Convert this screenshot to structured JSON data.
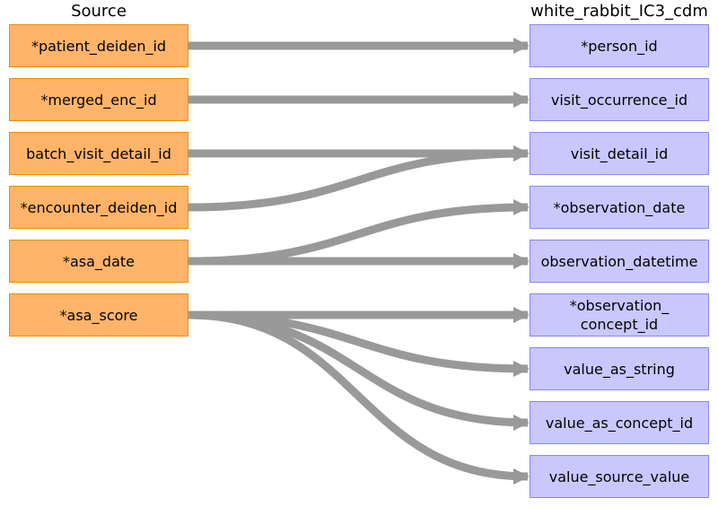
{
  "source_header": "Source",
  "target_header": "white_rabbit_IC3_cdm",
  "colors": {
    "source_fill": "#ffb46a",
    "source_border": "#f08c00",
    "target_fill": "#c8c8ff",
    "target_border": "#8888ee",
    "arrow": "#999999"
  },
  "source_fields": [
    "*patient_deiden_id",
    "*merged_enc_id",
    "batch_visit_detail_id",
    "*encounter_deiden_id",
    "*asa_date",
    "*asa_score"
  ],
  "target_fields": [
    "*person_id",
    "visit_occurrence_id",
    "visit_detail_id",
    "*observation_date",
    "observation_datetime",
    "*observation_\nconcept_id",
    "value_as_string",
    "value_as_concept_id",
    "value_source_value"
  ],
  "mappings": [
    {
      "from": "*patient_deiden_id",
      "to": "*person_id"
    },
    {
      "from": "*merged_enc_id",
      "to": "visit_occurrence_id"
    },
    {
      "from": "batch_visit_detail_id",
      "to": "visit_detail_id"
    },
    {
      "from": "*encounter_deiden_id",
      "to": "visit_detail_id"
    },
    {
      "from": "*asa_date",
      "to": "*observation_date"
    },
    {
      "from": "*asa_date",
      "to": "observation_datetime"
    },
    {
      "from": "*asa_score",
      "to": "*observation_\nconcept_id"
    },
    {
      "from": "*asa_score",
      "to": "value_as_string"
    },
    {
      "from": "*asa_score",
      "to": "value_as_concept_id"
    },
    {
      "from": "*asa_score",
      "to": "value_source_value"
    }
  ]
}
